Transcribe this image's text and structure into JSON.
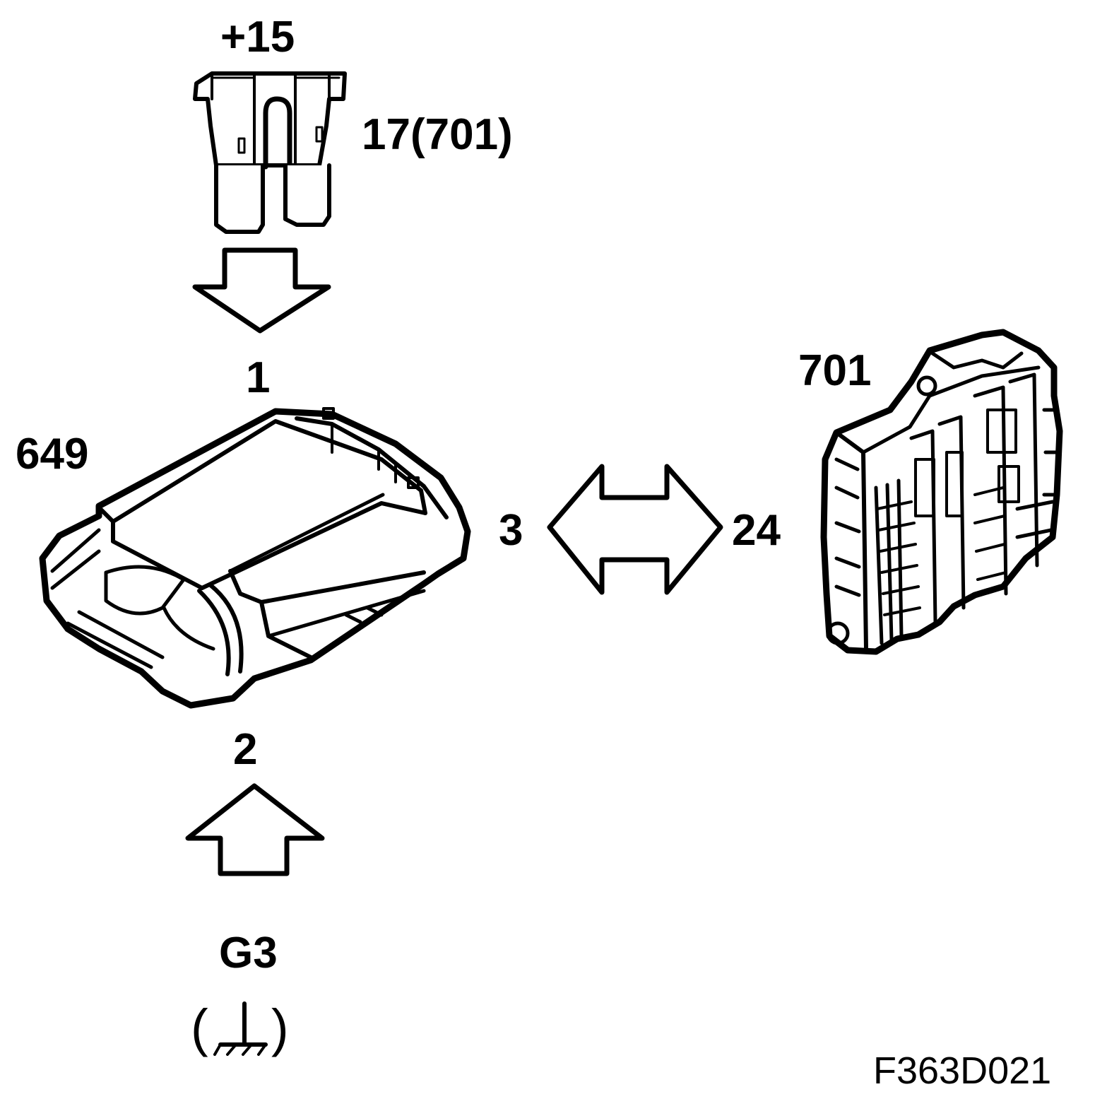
{
  "fuse": {
    "supply_label": "+15",
    "location_label": "17(701)"
  },
  "module_649": {
    "id_label": "649",
    "pin_top": "1",
    "pin_bottom": "2",
    "pin_right": "3"
  },
  "module_701": {
    "id_label": "701",
    "pin_left": "24"
  },
  "ground": {
    "id_label": "G3",
    "open_paren": "(",
    "close_paren": ")"
  },
  "figure_code": "F363D021",
  "colors": {
    "ink": "#000000",
    "paper": "#ffffff"
  }
}
